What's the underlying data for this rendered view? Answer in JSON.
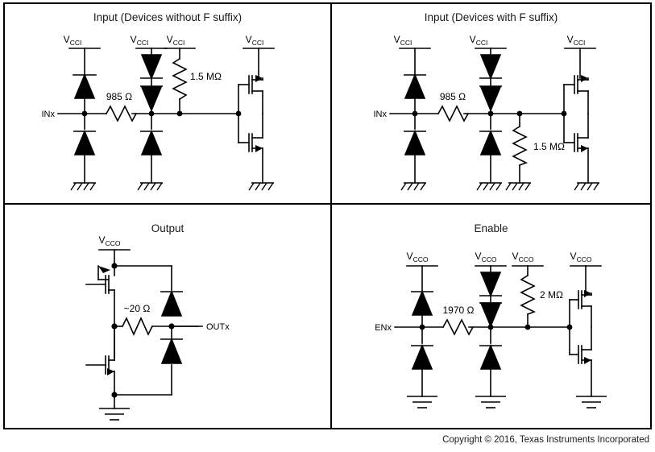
{
  "document": {
    "type": "schematic-figure",
    "copyright": "Copyright © 2016, Texas Instruments Incorporated"
  },
  "panels": [
    {
      "id": "input-no-f",
      "title": "Input (Devices without F suffix)",
      "pin_label": "INx",
      "supply_label_main": "V",
      "supply_label_sub": "CCI",
      "supplies": 4,
      "series_resistor": "985 Ω",
      "pulldown_resistor": "1.5 MΩ",
      "pulldown_orientation": "vertical-above-rail",
      "ground_symbol": "chassis",
      "stages": [
        "esd-diode-pair",
        "zener-clamp-pair",
        "bias-resistor",
        "cmos-inverter"
      ]
    },
    {
      "id": "input-f",
      "title": "Input (Devices with F suffix)",
      "pin_label": "INx",
      "supply_label_main": "V",
      "supply_label_sub": "CCI",
      "supplies": 3,
      "series_resistor": "985 Ω",
      "pulldown_resistor": "1.5 MΩ",
      "pulldown_orientation": "vertical-below-rail",
      "ground_symbol": "chassis",
      "stages": [
        "esd-diode-pair",
        "zener-clamp-pair",
        "pulldown-resistor",
        "cmos-inverter"
      ]
    },
    {
      "id": "output",
      "title": "Output",
      "pin_label": "OUTx",
      "supply_label_main": "V",
      "supply_label_sub": "CCO",
      "supplies": 1,
      "series_resistor": "~20 Ω",
      "ground_symbol": "earth",
      "stages": [
        "pmos-pullup",
        "series-resistor",
        "esd-diode-pair",
        "nmos-pulldown"
      ]
    },
    {
      "id": "enable",
      "title": "Enable",
      "pin_label": "ENx",
      "supply_label_main": "V",
      "supply_label_sub": "CCO",
      "supplies": 4,
      "series_resistor": "1970 Ω",
      "pulldown_resistor": "2 MΩ",
      "pulldown_orientation": "vertical-above-rail",
      "ground_symbol": "earth",
      "stages": [
        "esd-diode-pair",
        "zener-clamp-pair",
        "bias-resistor",
        "cmos-inverter"
      ]
    }
  ],
  "labels": {
    "vcci_main": "V",
    "vcci_sub": "CCI",
    "vcco_main": "V",
    "vcco_sub": "CCO",
    "inx": "INx",
    "enx": "ENx",
    "outx": "OUTx",
    "r985": "985 Ω",
    "r1970": "1970 Ω",
    "r15m": "1.5 MΩ",
    "r2m": "2 MΩ",
    "r20": "~20 Ω"
  },
  "colors": {
    "ink": "#000000",
    "background": "#ffffff",
    "title_text": "#1a1a1a"
  }
}
